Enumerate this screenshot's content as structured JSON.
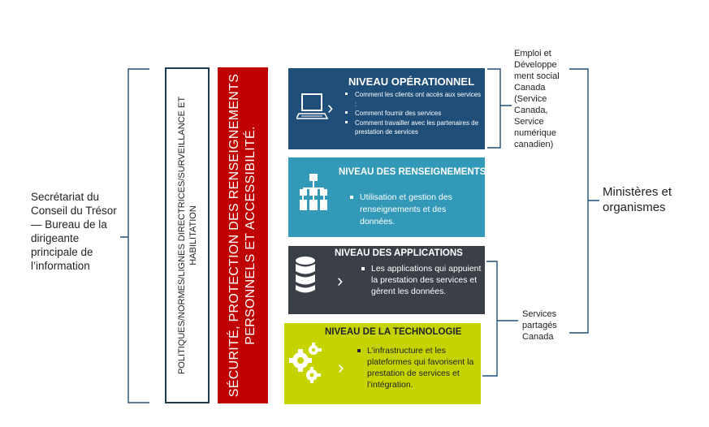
{
  "left_label": "Secrétariat du Conseil du Trésor — Bureau de la dirigeante principale de l’information",
  "policy_bar": {
    "line1": "POLITIQUES/NORMES/LIGNES DIRECTRICES/SURVEILLANCE ET",
    "line2": "HABILITATION"
  },
  "security_bar": {
    "line1": "SÉCURITÉ, PROTECTION DES RENSEIGNEMENTS",
    "line2": "PERSONNELS ET ACCESSIBILITÉ."
  },
  "levels": {
    "operational": {
      "title": "NIVEAU OPÉRATIONNEL",
      "icon": "laptop-icon",
      "color": "#1f4e79",
      "bullets": [
        "Comment les clients ont accès aux services :",
        "Comment fournir des services",
        "Comment travailler avec les partenaires de prestation de services"
      ]
    },
    "information": {
      "title": "NIVEAU DES RENSEIGNEMENTS",
      "icon": "hierarchy-icon",
      "color": "#3399b8",
      "bullets": [
        "Utilisation et gestion des renseignements et des données."
      ]
    },
    "applications": {
      "title": "NIVEAU DES APPLICATIONS",
      "icon": "database-icon",
      "color": "#3b3f47",
      "bullets": [
        "Les applications qui appuient la prestation des services et gèrent les données."
      ]
    },
    "technology": {
      "title": "NIVEAU DE LA TECHNOLOGIE",
      "icon": "gears-icon",
      "color": "#c5d400",
      "bullets": [
        "L’infrastructure et les plateformes qui favorisent la prestation de services et l’intégration."
      ]
    }
  },
  "right_top_label": "Emploi et Développe ment social Canada (Service Canada, Service numérique canadien)",
  "right_mid_label": "Services partagés Canada",
  "right_label": "Ministères et organismes"
}
